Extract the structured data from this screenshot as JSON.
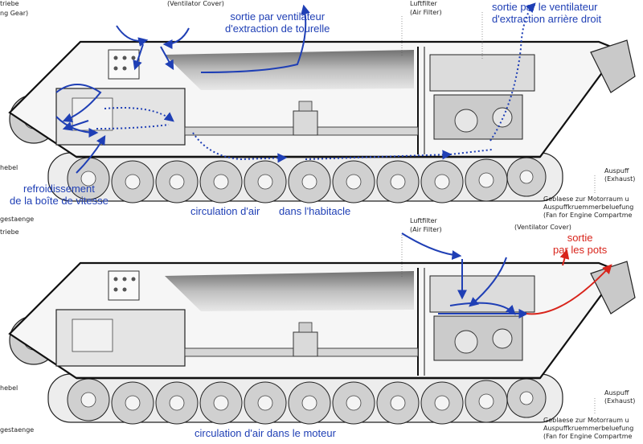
{
  "top_diagram": {
    "turret_fan_outlet": [
      "sortie par ventilateur",
      "d'extraction de tourelle"
    ],
    "rear_right_fan_outlet": [
      "sortie par le ventilateur",
      "d'extraction arrière droit"
    ],
    "gearbox_cooling": [
      "refroidissement",
      "de la boîte de vitesse"
    ],
    "cabin_airflow_a": "circulation d'air",
    "cabin_airflow_b": "dans l'habitacle",
    "labels": {
      "ventilator_cover": "(Ventilator Cover)",
      "luftfilter": "Luftfilter",
      "air_filter": "(Air Filter)",
      "exhaust_de": "Auspuff",
      "exhaust_en": "(Exhaust)",
      "gear_cut": "ng Gear)",
      "triebe_cut": "triebe",
      "hebel_cut": "hebel",
      "gestaenge_cut": "gestaenge",
      "blower_de_1": "Geblaese zur Motorraum u",
      "blower_de_2": "Auspuffkruemmerbeluefung",
      "blower_en": "(Fan for Engine Compartme"
    }
  },
  "bottom_diagram": {
    "exhaust_outlet": [
      "sortie",
      "par les pots"
    ],
    "engine_airflow": "circulation d'air dans le moteur",
    "labels": {
      "ventilator_cover": "(Ventilator Cover)",
      "luftfilter": "Luftfilter",
      "air_filter": "(Air Filter)",
      "exhaust_de": "Auspuff",
      "exhaust_en": "(Exhaust)",
      "triebe_cut": "triebe",
      "hebel_cut": "hebel",
      "gestaenge_cut": "gestaenge",
      "blower_de_1": "Geblaese zur Motorraum u",
      "blower_de_2": "Auspuffkruemmerbeluefung",
      "blower_en": "(Fan for Engine Compartme"
    }
  },
  "colors": {
    "airflow": "#1f3fb5",
    "exhaust": "#d8241b",
    "ink": "#1a1a1a",
    "hull_shade": "#9a9a9a"
  }
}
